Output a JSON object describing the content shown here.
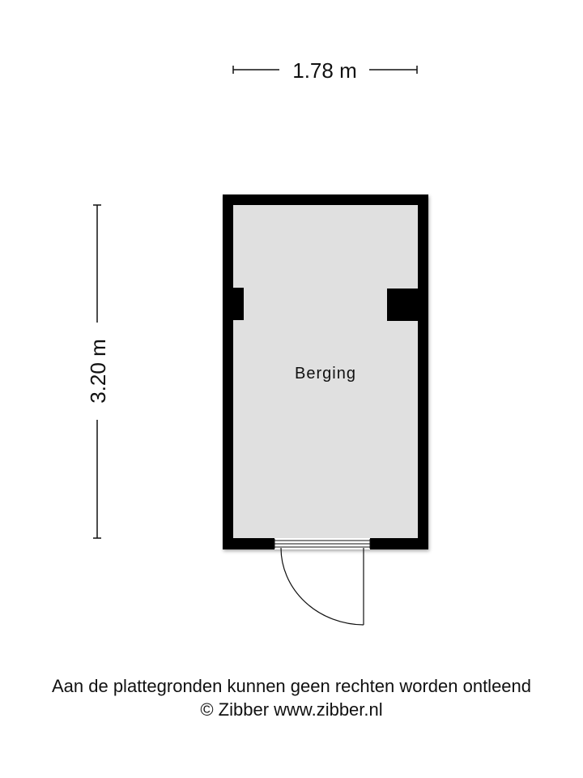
{
  "dimensions": {
    "width_label": "1.78 m",
    "height_label": "3.20 m"
  },
  "room": {
    "name": "Berging"
  },
  "footer": {
    "disclaimer": "Aan de plattegronden kunnen geen rechten worden ontleend",
    "copyright": "© Zibber www.zibber.nl"
  },
  "colors": {
    "wall": "#000000",
    "floor": "#e0e0e0",
    "background": "#ffffff"
  }
}
